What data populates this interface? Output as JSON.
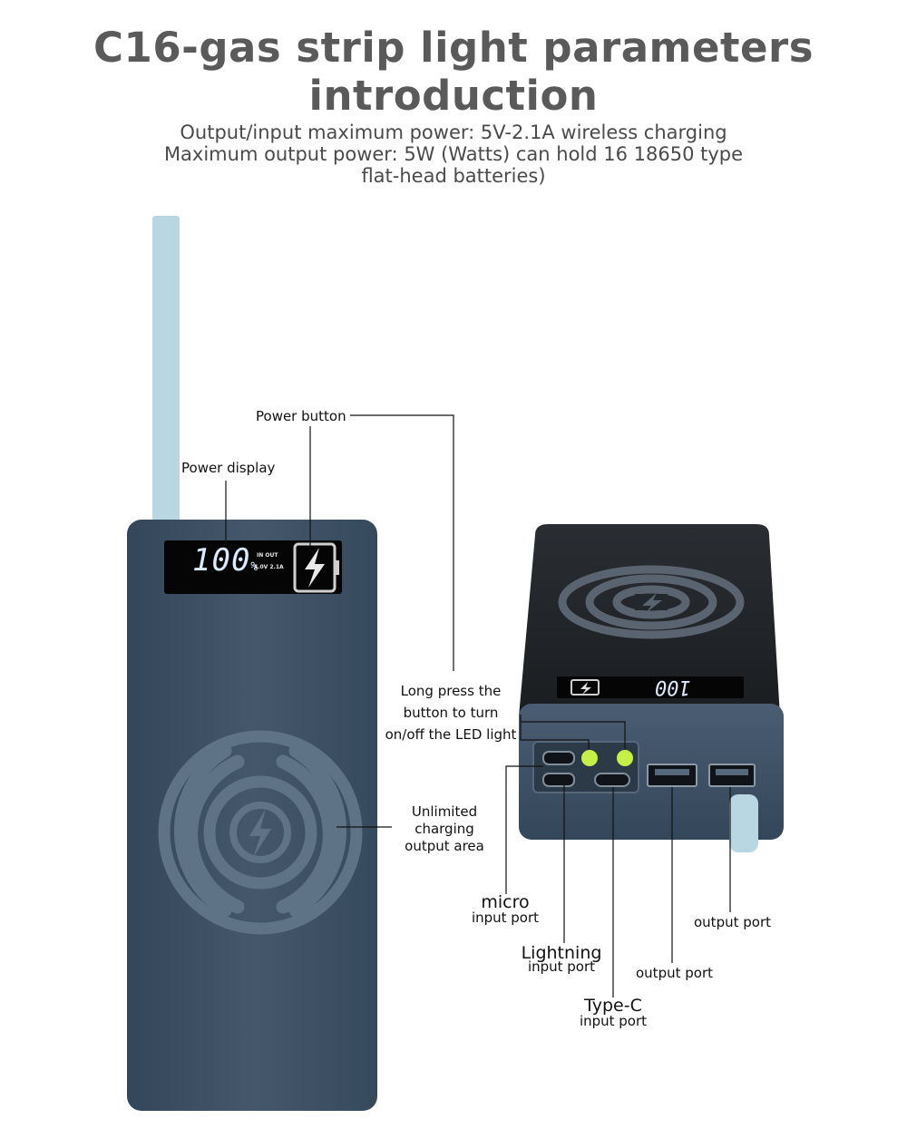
{
  "title": "C16-gas strip light parameters introduction",
  "specs": {
    "line1": "Output/input maximum power: 5V-2.1A wireless charging",
    "line2": "Maximum output power: 5W (Watts) can hold 16 18650 type",
    "line3": "flat-head batteries)"
  },
  "display": {
    "percent": "100",
    "percent_sign": "%",
    "in_out": "IN  OUT",
    "voltage": "5.0V 2.1A"
  },
  "labels": {
    "power_button": "Power button",
    "power_display": "Power display",
    "led_line1": "Long press the",
    "led_line2": "button to turn",
    "led_line3": "on/off the LED light",
    "wireless_line1": "Unlimited",
    "wireless_line2": "charging",
    "wireless_line3": "output area",
    "micro_title": "micro",
    "micro_sub": "input port",
    "lightning_title": "Lightning",
    "lightning_sub": "input port",
    "typec_title": "Type-C",
    "typec_sub": "input port",
    "output1": "output port",
    "output2": "output port"
  },
  "colors": {
    "body": "#3f5266",
    "body_dark": "#22282e",
    "lanyard": "#b9d7e3",
    "led": "#c6f046",
    "lcd": "#050505"
  },
  "icons": [
    "wireless-charging-icon",
    "lightning-bolt-icon",
    "battery-icon"
  ]
}
